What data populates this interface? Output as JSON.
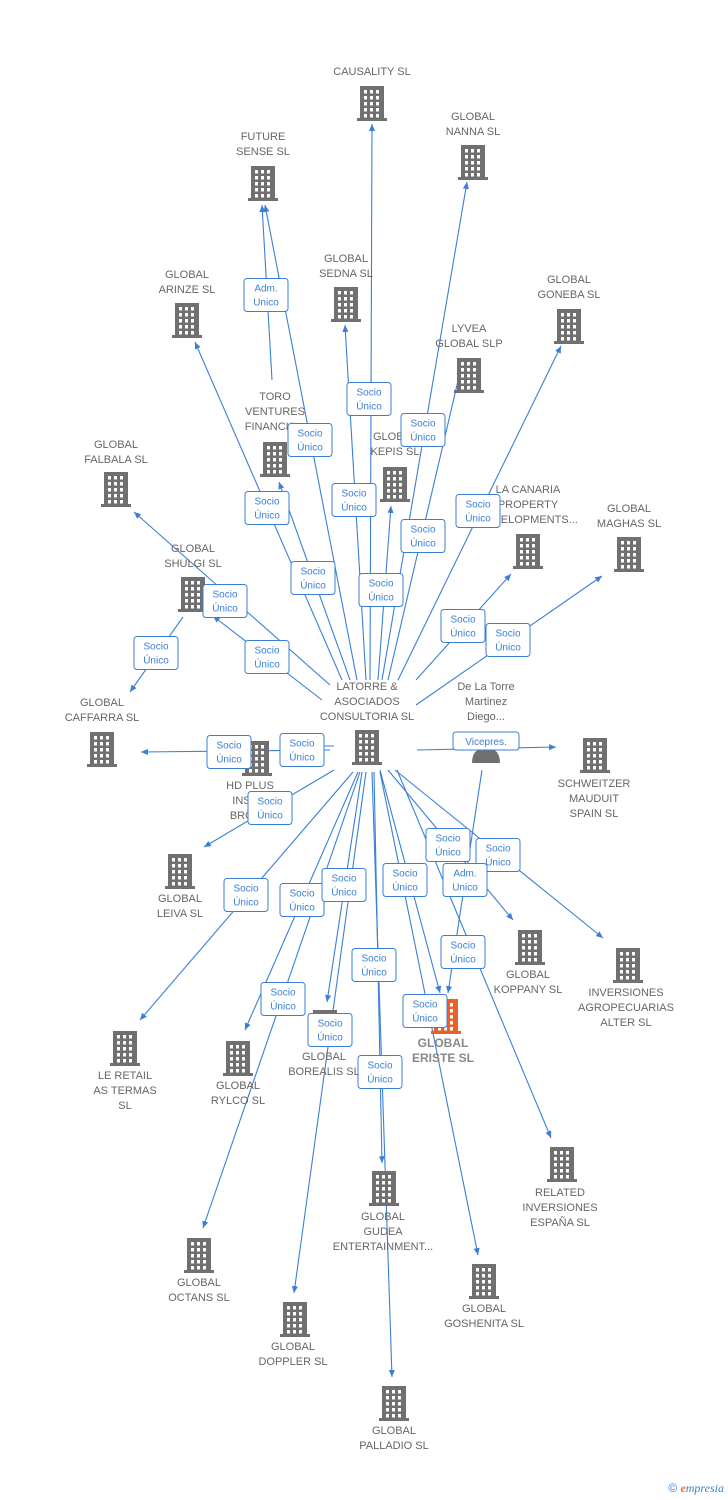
{
  "colors": {
    "edge": "#3a7fd5",
    "node": "#707070",
    "highlight": "#e8602a"
  },
  "nodes": [
    {
      "id": "causality",
      "label": [
        "CAUSALITY  SL"
      ],
      "icon": "building-icon"
    },
    {
      "id": "future",
      "label": [
        "FUTURE",
        "SENSE  SL"
      ],
      "icon": "building-icon"
    },
    {
      "id": "nanna",
      "label": [
        "GLOBAL",
        "NANNA  SL"
      ],
      "icon": "building-icon"
    },
    {
      "id": "sedna",
      "label": [
        "GLOBAL",
        "SEDNA  SL"
      ],
      "icon": "building-icon"
    },
    {
      "id": "arinze",
      "label": [
        "GLOBAL",
        "ARINZE  SL"
      ],
      "icon": "building-icon"
    },
    {
      "id": "goneba",
      "label": [
        "GLOBAL",
        "GONEBA  SL"
      ],
      "icon": "building-icon"
    },
    {
      "id": "lyvea",
      "label": [
        "LYVEA",
        "GLOBAL  SLP"
      ],
      "icon": "building-icon"
    },
    {
      "id": "toro",
      "label": [
        "TORO",
        "VENTURES",
        "FINANCIA..."
      ],
      "icon": "building-icon"
    },
    {
      "id": "kepis",
      "label": [
        "GLOBAL",
        "KEPIS  SL"
      ],
      "icon": "building-icon"
    },
    {
      "id": "falbala",
      "label": [
        "GLOBAL",
        "FALBALA  SL"
      ],
      "icon": "building-icon"
    },
    {
      "id": "canaria",
      "label": [
        "LA CANARIA",
        "PROPERTY",
        "DEVELOPMENTS..."
      ],
      "icon": "building-icon"
    },
    {
      "id": "maghas",
      "label": [
        "GLOBAL",
        "MAGHAS  SL"
      ],
      "icon": "building-icon"
    },
    {
      "id": "shulgi",
      "label": [
        "GLOBAL",
        "SHULGI  SL"
      ],
      "icon": "building-icon"
    },
    {
      "id": "caffarra",
      "label": [
        "GLOBAL",
        "CAFFARRA  SL"
      ],
      "icon": "building-icon"
    },
    {
      "id": "latorre",
      "label": [
        "LATORRE &",
        "ASOCIADOS",
        "CONSULTORIA SL"
      ],
      "icon": "building-icon"
    },
    {
      "id": "delatorre",
      "label": [
        "De La Torre",
        "Martinez",
        "Diego..."
      ],
      "icon": "person-icon"
    },
    {
      "id": "hdplus",
      "label": [
        "HD PLUS",
        "INSU...",
        "BROK..."
      ],
      "icon": "building-icon"
    },
    {
      "id": "schweitzer",
      "label": [
        "SCHWEITZER",
        "MAUDUIT",
        "SPAIN SL"
      ],
      "icon": "building-icon"
    },
    {
      "id": "leiva",
      "label": [
        "GLOBAL",
        "LEIVA  SL"
      ],
      "icon": "building-icon"
    },
    {
      "id": "koppany",
      "label": [
        "GLOBAL",
        "KOPPANY  SL"
      ],
      "icon": "building-icon"
    },
    {
      "id": "inversiones_agro",
      "label": [
        "INVERSIONES",
        "AGROPECUARIAS",
        "ALTER  SL"
      ],
      "icon": "building-icon"
    },
    {
      "id": "eriste",
      "label": [
        "GLOBAL",
        "ERISTE  SL"
      ],
      "icon": "building-icon",
      "highlight": true
    },
    {
      "id": "leretail",
      "label": [
        "LE RETAIL",
        "AS TERMAS",
        "SL"
      ],
      "icon": "building-icon"
    },
    {
      "id": "rylco",
      "label": [
        "GLOBAL",
        "RYLCO  SL"
      ],
      "icon": "building-icon"
    },
    {
      "id": "borealis",
      "label": [
        "GLOBAL",
        "BOREALIS  SL"
      ],
      "icon": "building-icon"
    },
    {
      "id": "related",
      "label": [
        "RELATED",
        "INVERSIONES",
        "ESPAÑA  SL"
      ],
      "icon": "building-icon"
    },
    {
      "id": "gudea",
      "label": [
        "GLOBAL",
        "GUDEA",
        "ENTERTAINMENT..."
      ],
      "icon": "building-icon"
    },
    {
      "id": "octans",
      "label": [
        "GLOBAL",
        "OCTANS  SL"
      ],
      "icon": "building-icon"
    },
    {
      "id": "goshenita",
      "label": [
        "GLOBAL",
        "GOSHENITA SL"
      ],
      "icon": "building-icon"
    },
    {
      "id": "doppler",
      "label": [
        "GLOBAL",
        "DOPPLER  SL"
      ],
      "icon": "building-icon"
    },
    {
      "id": "palladio",
      "label": [
        "GLOBAL",
        "PALLADIO  SL"
      ],
      "icon": "building-icon"
    }
  ],
  "edges": [
    {
      "from": "latorre",
      "to": "causality",
      "label": [
        "Socio",
        "Único"
      ]
    },
    {
      "from": "latorre",
      "to": "future",
      "label": [
        "Socio",
        "Único"
      ]
    },
    {
      "from": "toro",
      "to": "future",
      "label": [
        "Adm.",
        "Unico"
      ]
    },
    {
      "from": "latorre",
      "to": "nanna",
      "label": [
        "Socio",
        "Único"
      ]
    },
    {
      "from": "latorre",
      "to": "sedna",
      "label": [
        "Socio",
        "Único"
      ]
    },
    {
      "from": "latorre",
      "to": "arinze",
      "label": [
        "Socio",
        "Único"
      ]
    },
    {
      "from": "latorre",
      "to": "goneba",
      "label": [
        "Socio",
        "Único"
      ]
    },
    {
      "from": "latorre",
      "to": "lyvea",
      "label": [
        "Socio",
        "Único"
      ]
    },
    {
      "from": "latorre",
      "to": "toro",
      "label": [
        "Socio",
        "Único"
      ]
    },
    {
      "from": "latorre",
      "to": "kepis",
      "label": [
        "Socio",
        "Único"
      ]
    },
    {
      "from": "latorre",
      "to": "falbala",
      "label": [
        "Socio",
        "Único"
      ]
    },
    {
      "from": "latorre",
      "to": "canaria",
      "label": [
        "Socio",
        "Único"
      ]
    },
    {
      "from": "latorre",
      "to": "maghas",
      "label": [
        "Socio",
        "Único"
      ]
    },
    {
      "from": "latorre",
      "to": "shulgi",
      "label": [
        "Socio",
        "Único"
      ]
    },
    {
      "from": "shulgi",
      "to": "caffarra",
      "label": [
        "Socio",
        "Único"
      ]
    },
    {
      "from": "latorre",
      "to": "caffarra",
      "label": [
        "Socio",
        "Único"
      ]
    },
    {
      "from": "latorre",
      "to": "hdplus",
      "label": [
        "Socio",
        "Único"
      ]
    },
    {
      "from": "delatorre",
      "to": "schweitzer",
      "label": [
        "Vicepres."
      ]
    },
    {
      "from": "latorre",
      "to": "leiva",
      "label": [
        "Socio",
        "Único"
      ]
    },
    {
      "from": "latorre",
      "to": "koppany",
      "label": [
        "Socio",
        "Único"
      ]
    },
    {
      "from": "latorre",
      "to": "inversiones_agro",
      "label": [
        "Socio",
        "Único"
      ]
    },
    {
      "from": "delatorre",
      "to": "eriste",
      "label": [
        "Adm.",
        "Unico"
      ]
    },
    {
      "from": "latorre",
      "to": "eriste",
      "label": [
        "Socio",
        "Único"
      ]
    },
    {
      "from": "latorre",
      "to": "leretail",
      "label": [
        "Socio",
        "Único"
      ]
    },
    {
      "from": "latorre",
      "to": "rylco",
      "label": [
        "Socio",
        "Único"
      ]
    },
    {
      "from": "latorre",
      "to": "borealis",
      "label": [
        "Socio",
        "Único"
      ]
    },
    {
      "from": "latorre",
      "to": "related",
      "label": [
        "Socio",
        "Único"
      ]
    },
    {
      "from": "latorre",
      "to": "gudea",
      "label": [
        "Socio",
        "Único"
      ]
    },
    {
      "from": "latorre",
      "to": "octans",
      "label": [
        "Socio",
        "Único"
      ]
    },
    {
      "from": "latorre",
      "to": "goshenita",
      "label": [
        "Socio",
        "Único"
      ]
    },
    {
      "from": "latorre",
      "to": "doppler",
      "label": [
        "Socio",
        "Único"
      ]
    },
    {
      "from": "latorre",
      "to": "palladio",
      "label": [
        "Socio",
        "Único"
      ]
    }
  ],
  "footer": {
    "copyright": "©",
    "brand_e": "e",
    "brand_rest": "mpresia"
  }
}
